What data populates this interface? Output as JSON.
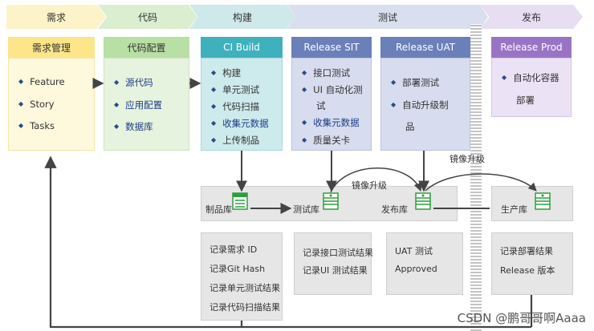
{
  "stages": [
    "需求",
    "代码",
    "构建",
    "测试",
    "发布"
  ],
  "columns": {
    "requirements": {
      "title": "需求管理",
      "items": [
        "Feature",
        "Story",
        "Tasks"
      ]
    },
    "code": {
      "title": "代码配置",
      "items": [
        "源代码",
        "应用配置",
        "数据库"
      ]
    },
    "ci_build": {
      "title": "CI Build",
      "items": [
        "构建",
        "单元测试",
        "代码扫描",
        "收集元数据",
        "上传制品"
      ]
    },
    "release_sit": {
      "title": "Release SIT",
      "items": [
        "接口测试",
        "UI 自动化测",
        "试",
        "收集元数据",
        "质量关卡"
      ]
    },
    "release_uat": {
      "title": "Release UAT",
      "items": [
        "部署测试",
        "自动升级制",
        "品"
      ]
    },
    "release_prod": {
      "title": "Release Prod",
      "items": [
        "自动化容器",
        "部署"
      ]
    }
  },
  "repos": {
    "artifact": "制品库",
    "test": "测试库",
    "release": "发布库",
    "prod": "生产库"
  },
  "arrows": {
    "image_upgrade_1": "镜像升级",
    "image_upgrade_2": "镜像升级"
  },
  "records": {
    "build": [
      "记录需求 ID",
      "记录Git Hash",
      "记录单元测试结果",
      "记录代码扫描结果"
    ],
    "sit": [
      "记录接口测试结果",
      "记录UI 测试结果"
    ],
    "uat": [
      "UAT 测试",
      "Approved"
    ],
    "prod": [
      "记录部署结果",
      "Release 版本"
    ]
  },
  "watermark": "CSDN @鹏哥哥啊Aaaa",
  "colors": {
    "req_head": "#fde58a",
    "req_body": "#fef8dc",
    "code_head": "#b8dfa4",
    "code_body": "#e6f3de",
    "build_head": "#3fb1bd",
    "build_body": "#cdeaec",
    "test_head": "#6b7fb8",
    "test_body": "#d7ddef",
    "prod_head": "#9a74c4",
    "prod_body": "#ece2f5"
  }
}
